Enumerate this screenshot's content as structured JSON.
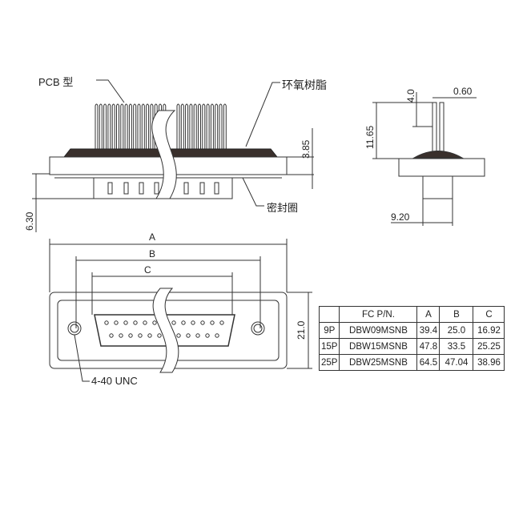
{
  "labels": {
    "pcb_type": "PCB 型",
    "epoxy": "环氧树脂",
    "seal": "密封圈",
    "thread": "4-40 UNC"
  },
  "dimensions": {
    "h_3_85": "3.85",
    "h_6_30": "6.30",
    "side_4_0": "4.0",
    "side_0_60": "0.60",
    "side_11_65": "11.65",
    "side_9_20": "9.20",
    "dim_a": "A",
    "dim_b": "B",
    "dim_c": "C",
    "height_21": "21.0"
  },
  "table": {
    "headers": [
      "",
      "FC P/N.",
      "A",
      "B",
      "C"
    ],
    "rows": [
      [
        "9P",
        "DBW09MSNB",
        "39.4",
        "25.0",
        "16.92"
      ],
      [
        "15P",
        "DBW15MSNB",
        "47.8",
        "33.5",
        "25.25"
      ],
      [
        "25P",
        "DBW25MSNB",
        "64.5",
        "47.04",
        "38.96"
      ]
    ]
  }
}
